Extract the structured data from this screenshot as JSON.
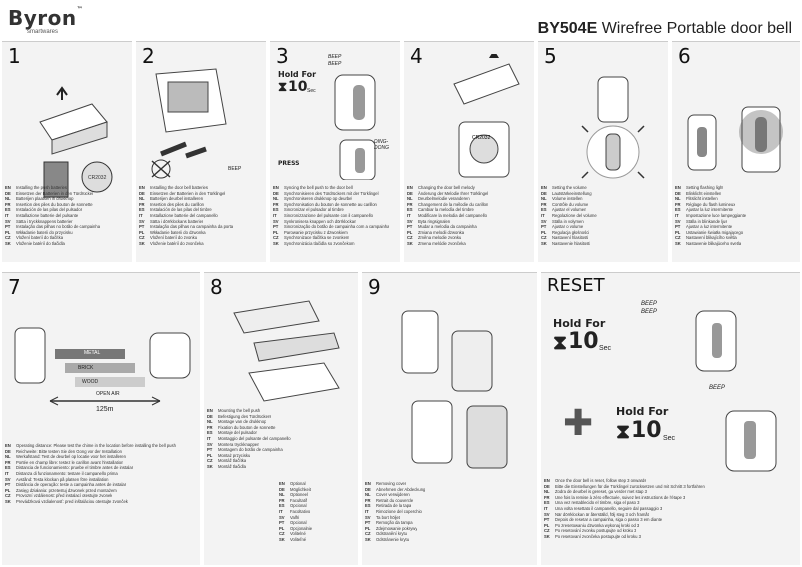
{
  "brand": {
    "name": "Byron",
    "tm": "™",
    "sub": "smartwares"
  },
  "title": {
    "model": "BY504E",
    "text": "Wirefree Portable door bell"
  },
  "steps": [
    {
      "num": "1",
      "lines": [
        [
          "EN",
          "Installing the push batteries"
        ],
        [
          "DE",
          "Einsetzen der Batterien in den Türdrücker"
        ],
        [
          "NL",
          "Batterijen plaatsen in drukknop"
        ],
        [
          "FR",
          "Insertion des piles du bouton de sonnette"
        ],
        [
          "ES",
          "Instalación de las pilas del pulsador"
        ],
        [
          "IT",
          "Installazione batterie del pulsante"
        ],
        [
          "SV",
          "Sätta i tryckknappens batterier"
        ],
        [
          "PT",
          "Instalação das pilhas no botão de campainha"
        ],
        [
          "PL",
          "Wkładanie baterii do przycisku"
        ],
        [
          "CZ",
          "Vložení baterií do tlačítka"
        ],
        [
          "SK",
          "Vloženie batérií do tlačidla"
        ]
      ]
    },
    {
      "num": "2",
      "lines": [
        [
          "EN",
          "Installing the door bell batteries"
        ],
        [
          "DE",
          "Einsetzen der Batterien in den Türklingel"
        ],
        [
          "NL",
          "Batterijen deurbel installeren"
        ],
        [
          "FR",
          "Insertion des piles du carillon"
        ],
        [
          "ES",
          "Instalación de las pilas del timbre"
        ],
        [
          "IT",
          "Installazione batterie del campanello"
        ],
        [
          "SV",
          "Sätta i dörrklockans batterier"
        ],
        [
          "PT",
          "Instalação das pilhas na campainha da porta"
        ],
        [
          "PL",
          "Wkładanie baterii do dzwonka"
        ],
        [
          "CZ",
          "Vložení baterií do zvonku"
        ],
        [
          "SK",
          "Vloženie batérií do zvončeka"
        ]
      ]
    },
    {
      "num": "3",
      "lines": [
        [
          "EN",
          "Syncing the bell push to the door bell"
        ],
        [
          "DE",
          "Synchronisieren des Türdrückers mit der Türklingel"
        ],
        [
          "NL",
          "Synchroniseren drukknop op deurbel"
        ],
        [
          "FR",
          "Synchronisation du bouton de sonnette au carillon"
        ],
        [
          "ES",
          "Sincronizar el pulsador al timbre"
        ],
        [
          "IT",
          "Sincronizzazione del pulsante con il campanello"
        ],
        [
          "SV",
          "Synkronisera knappen och dörrklockan"
        ],
        [
          "PT",
          "Sincronização do botão de campainha com a campainha"
        ],
        [
          "PL",
          "Parowanie przycisku z dzwonkiem"
        ],
        [
          "CZ",
          "Synchronizace tlačítka se zvonkem"
        ],
        [
          "SK",
          "Synchronizácia tlačidla so zvončekom"
        ]
      ]
    },
    {
      "num": "4",
      "lines": [
        [
          "EN",
          "Changing the door bell melody"
        ],
        [
          "DE",
          "Änderung der Melodie Ihrer Türklingel"
        ],
        [
          "NL",
          "Deurbelmelodie veranderen"
        ],
        [
          "FR",
          "Changement de la mélodie du carillon"
        ],
        [
          "ES",
          "Cambiar la melodía del timbre"
        ],
        [
          "IT",
          "Modificare la melodia del campanello"
        ],
        [
          "SV",
          "Byta ringsignalen"
        ],
        [
          "PT",
          "Mudar a melodia da campainha"
        ],
        [
          "PL",
          "Zmiana melodii dzwonka"
        ],
        [
          "CZ",
          "Změna melodie zvonku"
        ],
        [
          "SK",
          "Zmena melódie zvončeka"
        ]
      ]
    },
    {
      "num": "5",
      "lines": [
        [
          "EN",
          "Setting the volume"
        ],
        [
          "DE",
          "Lautstärkeeinstellung"
        ],
        [
          "NL",
          "Volume instellen"
        ],
        [
          "FR",
          "Contrôle du volume"
        ],
        [
          "ES",
          "Ajustar el volumen"
        ],
        [
          "IT",
          "Regolazione del volume"
        ],
        [
          "SV",
          "Ställa in volymen"
        ],
        [
          "PT",
          "Ajustar o volume"
        ],
        [
          "PL",
          "Regulacja głośności"
        ],
        [
          "CZ",
          "Nastavení hlasitosti"
        ],
        [
          "SK",
          "Nastavenie hlasitosti"
        ]
      ]
    },
    {
      "num": "6",
      "lines": [
        [
          "EN",
          "Setting flashing light"
        ],
        [
          "DE",
          "Blinklicht einstellen"
        ],
        [
          "NL",
          "Flitslicht instellen"
        ],
        [
          "FR",
          "Réglage du flash lumineux"
        ],
        [
          "ES",
          "Ajustar la luz intermitente"
        ],
        [
          "IT",
          "Impostazione luce lampeggiante"
        ],
        [
          "SV",
          "Ställa in blinkande ljus"
        ],
        [
          "PT",
          "Ajustar a luz intermitente"
        ],
        [
          "PL",
          "Ustawianie światła migającego"
        ],
        [
          "CZ",
          "Nastavení blikajícího světla"
        ],
        [
          "SK",
          "Nastavenie blikajúceho svetla"
        ]
      ]
    },
    {
      "num": "7",
      "lines": [
        [
          "EN",
          "Operating distance: Please test the chime in the location before installing the bell push"
        ],
        [
          "DE",
          "Reichweite: Bitte testen Sie den Gong vor der Installation"
        ],
        [
          "NL",
          "Werkafstand: Test de deurbel op locatie voor het installeren"
        ],
        [
          "FR",
          "Portée en champ libre: testez le carillon avant l'installation"
        ],
        [
          "ES",
          "Distancia de funcionamiento: pruebe el timbre antes de instalar"
        ],
        [
          "IT",
          "Distanza di funzionamento: testare il campanello prima"
        ],
        [
          "SV",
          "Avstånd: Testa klockan på platsen före installation"
        ],
        [
          "PT",
          "Distância de operação: teste a campainha antes de instalar"
        ],
        [
          "PL",
          "Zasięg działania: przetestuj dzwonek przed montażem"
        ],
        [
          "CZ",
          "Provozní vzdálenost: před instalací otestujte zvonek"
        ],
        [
          "SK",
          "Prevádzková vzdialenosť: pred inštaláciou otestujte zvonček"
        ]
      ]
    },
    {
      "num": "8",
      "lines": [
        [
          "EN",
          "Mounting the bell push"
        ],
        [
          "DE",
          "Befestigung des Türdrückers"
        ],
        [
          "NL",
          "Montage van de drukknop"
        ],
        [
          "FR",
          "Fixation du bouton de sonnette"
        ],
        [
          "ES",
          "Montaje del pulsador"
        ],
        [
          "IT",
          "Montaggio del pulsante del campanello"
        ],
        [
          "SV",
          "Montera tryckknappen"
        ],
        [
          "PT",
          "Montagem do botão de campainha"
        ],
        [
          "PL",
          "Montaż przycisku"
        ],
        [
          "CZ",
          "Montáž tlačítka"
        ],
        [
          "SK",
          "Montáž tlačidla"
        ]
      ]
    },
    {
      "num": "9",
      "lines": [
        [
          "EN",
          "Removing cover"
        ],
        [
          "DE",
          "Abnehmen der Abdeckung"
        ],
        [
          "NL",
          "Cover verwijderen"
        ],
        [
          "FR",
          "Retrait du couvercle"
        ],
        [
          "ES",
          "Retirada de la tapa"
        ],
        [
          "IT",
          "Rimozione del coperchio"
        ],
        [
          "SV",
          "Ta bort höljet"
        ],
        [
          "PT",
          "Remoção da tampa"
        ],
        [
          "PL",
          "Zdejmowanie pokrywy"
        ],
        [
          "CZ",
          "Odstranění krytu"
        ],
        [
          "SK",
          "Odstránenie krytu"
        ]
      ]
    },
    {
      "num": "RESET",
      "lines": [
        [
          "EN",
          "Once the door bell is reset, follow step 3 onwards"
        ],
        [
          "DE",
          "Bitte die Einstellungen für die Türklingel zurücksetzen und mit Schritt 3 fortfahren"
        ],
        [
          "NL",
          "Zodra de deurbel is gereset, ga verder met stap 3"
        ],
        [
          "FR",
          "Une fois la remise à zéro effectuée, suivez les instructions de l'étape 3"
        ],
        [
          "ES",
          "Una vez restablecido el timbre, siga el paso 3"
        ],
        [
          "IT",
          "Una volta resettato il campanello, seguire dal passaggio 3"
        ],
        [
          "SV",
          "När dörrklockan är återställd, följ steg 3 och framåt"
        ],
        [
          "PT",
          "Depois de resetar a campainha, siga o passo 3 em diante"
        ],
        [
          "PL",
          "Po zresetowaniu dzwonka wykonaj kroki od 3"
        ],
        [
          "CZ",
          "Po resetování zvonku postupujte od kroku 3"
        ],
        [
          "SK",
          "Po resetovaní zvončeka postupujte od kroku 3"
        ]
      ]
    }
  ],
  "labels": {
    "beep": "BEEP",
    "hold_for": "Hold For",
    "sec": "Sec",
    "sec_short": "Sec",
    "ten": "10",
    "press": "PRESS",
    "ding_dong": "DING-\nDONG",
    "chip": "CR2032",
    "metal": "METAL",
    "brick": "BRICK",
    "wood": "WOOD",
    "open_air": "OPEN AIR",
    "distance": "125m"
  },
  "optional": [
    [
      "EN",
      "Optional"
    ],
    [
      "DE",
      "Möglichkeit"
    ],
    [
      "NL",
      "Optioneel"
    ],
    [
      "FR",
      "Facultatif"
    ],
    [
      "ES",
      "Opcional"
    ],
    [
      "IT",
      "Facoltativo"
    ],
    [
      "SV",
      "Valfri"
    ],
    [
      "PT",
      "Opcional"
    ],
    [
      "PL",
      "Opcjonalnie"
    ],
    [
      "CZ",
      "Volitelné"
    ],
    [
      "SK",
      "Voliteľné"
    ]
  ],
  "colors": {
    "panel": "#f3f3f3",
    "accent": "#1a1a1a"
  }
}
